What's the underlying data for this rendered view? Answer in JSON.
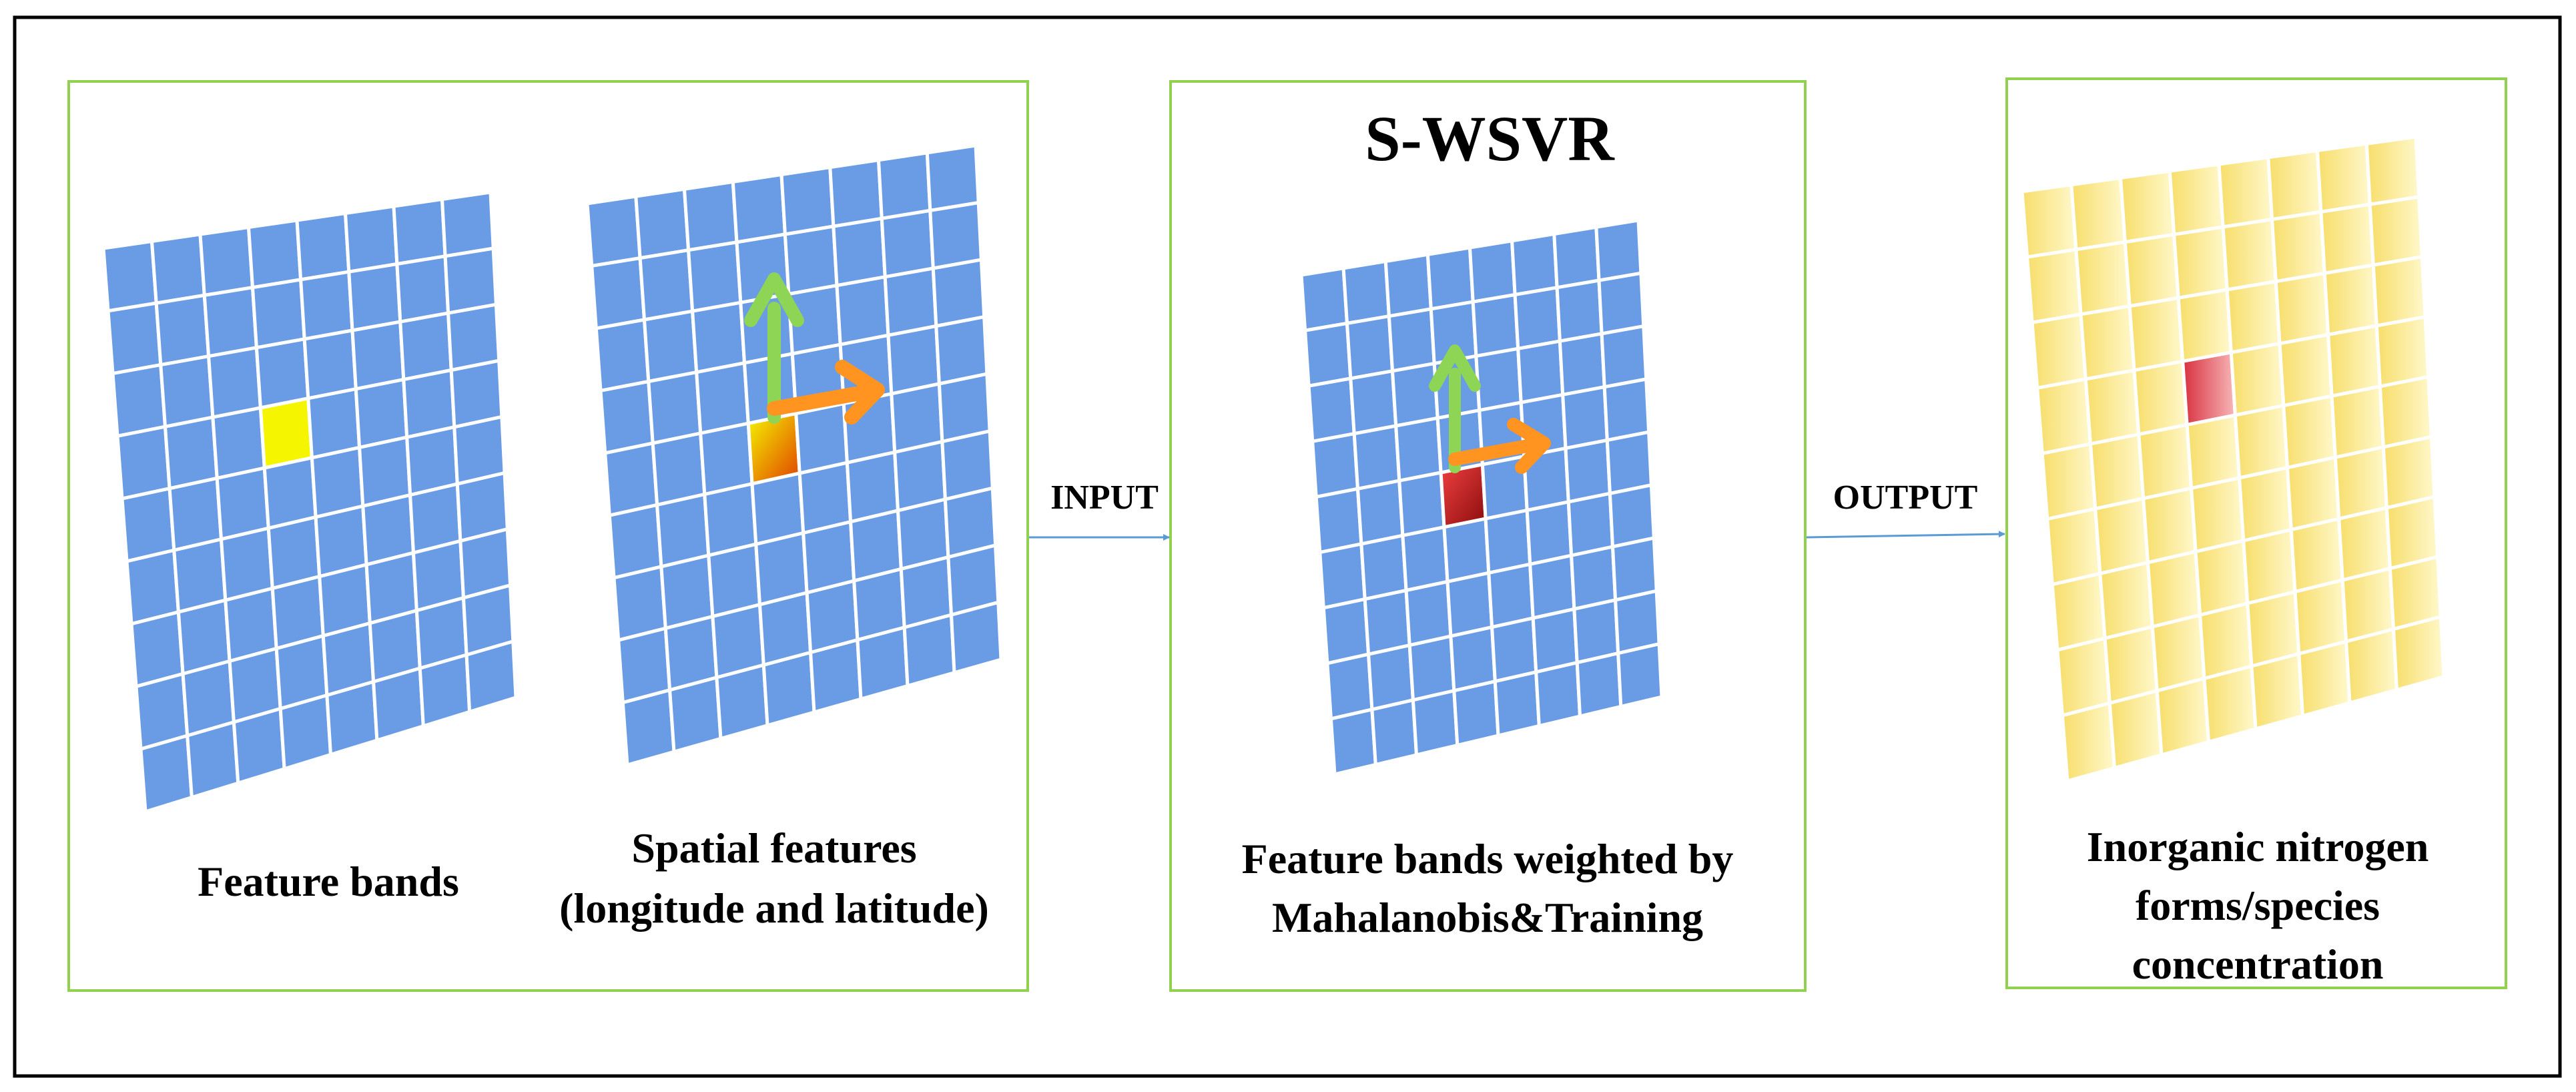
{
  "panels": {
    "input": {
      "feature_label": "Feature bands",
      "spatial_label_line1": "Spatial features",
      "spatial_label_line2": "(longitude and latitude)"
    },
    "model": {
      "title": "S-WSVR",
      "label_line1": "Feature bands weighted by",
      "label_line2": "Mahalanobis&Training"
    },
    "output": {
      "label_line1": "Inorganic nitrogen",
      "label_line2": "forms/species",
      "label_line3": "concentration"
    }
  },
  "arrows": {
    "input_label": "INPUT",
    "output_label": "OUTPUT"
  },
  "colors": {
    "panel_border": "#92d050",
    "grid_blue": "#6a9ce6",
    "grid_line": "#ffffff",
    "highlight_yellow": "#f5f500",
    "highlight_red": "#d42020",
    "output_yellow": "#f8e27a",
    "arrow_green": "#8ed455",
    "arrow_orange": "#ff9420",
    "connector_arrow": "#5b9bd5",
    "outer_border": "#000000"
  }
}
